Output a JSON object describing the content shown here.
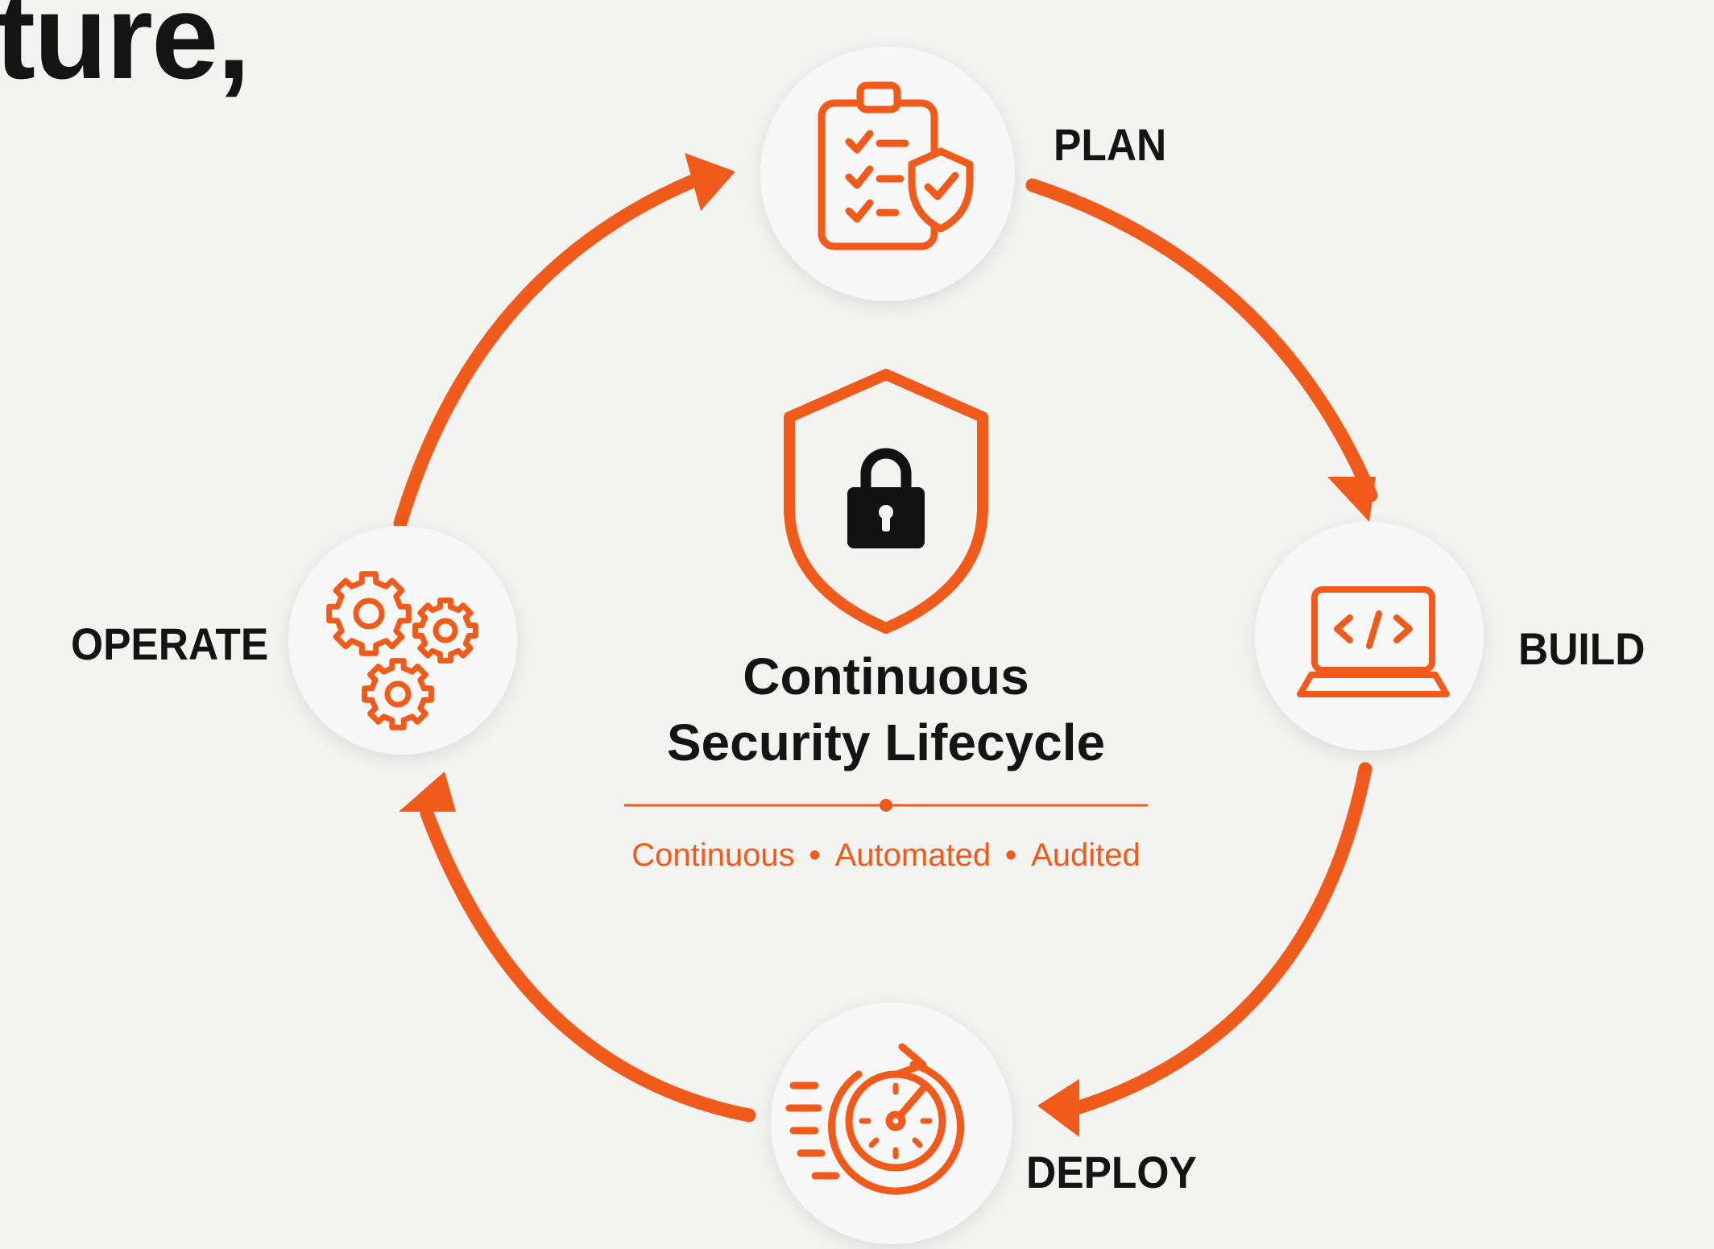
{
  "heading_fragment": "ture,",
  "stages": {
    "plan": {
      "label": "PLAN",
      "icon": "clipboard-checklist-shield-icon"
    },
    "build": {
      "label": "BUILD",
      "icon": "laptop-code-icon"
    },
    "deploy": {
      "label": "DEPLOY",
      "icon": "speedometer-refresh-icon"
    },
    "operate": {
      "label": "OPERATE",
      "icon": "gears-icon"
    }
  },
  "center": {
    "icon": "shield-padlock-icon",
    "title_line1": "Continuous",
    "title_line2": "Security Lifecycle",
    "tagline": [
      "Continuous",
      "Automated",
      "Audited"
    ],
    "separator": "•"
  },
  "colors": {
    "accent": "#f05a1a",
    "text": "#141414",
    "background": "#f3f3f2",
    "node_fill": "#f7f7f7"
  }
}
